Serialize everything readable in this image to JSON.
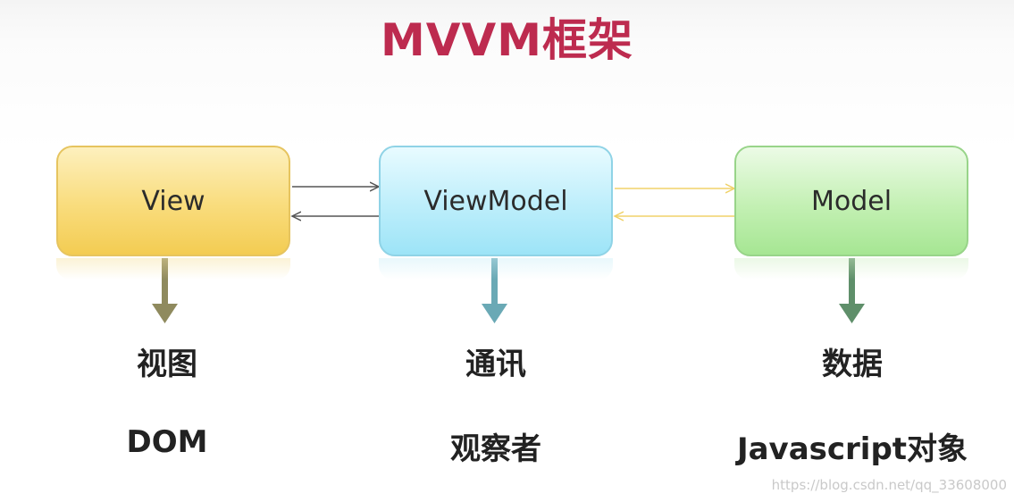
{
  "title": "MVVM框架",
  "boxes": [
    {
      "label": "View"
    },
    {
      "label": "ViewModel"
    },
    {
      "label": "Model"
    }
  ],
  "roles": [
    {
      "name": "视图",
      "detail": "DOM"
    },
    {
      "name": "通讯",
      "detail": "观察者"
    },
    {
      "name": "数据",
      "detail": "Javascript对象"
    }
  ],
  "watermark": "https://blog.csdn.net/qq_33608000",
  "colors": {
    "title": "#bd2b4f",
    "view": "#f6d66a",
    "viewmodel": "#b5ecfa",
    "model": "#b8ecaa",
    "arrow_view": "#8f8a5e",
    "arrow_viewmodel": "#6aa9b5",
    "arrow_model": "#5f8f6a",
    "arrow_link_left": "#555555",
    "arrow_link_right": "#f0d26a"
  }
}
